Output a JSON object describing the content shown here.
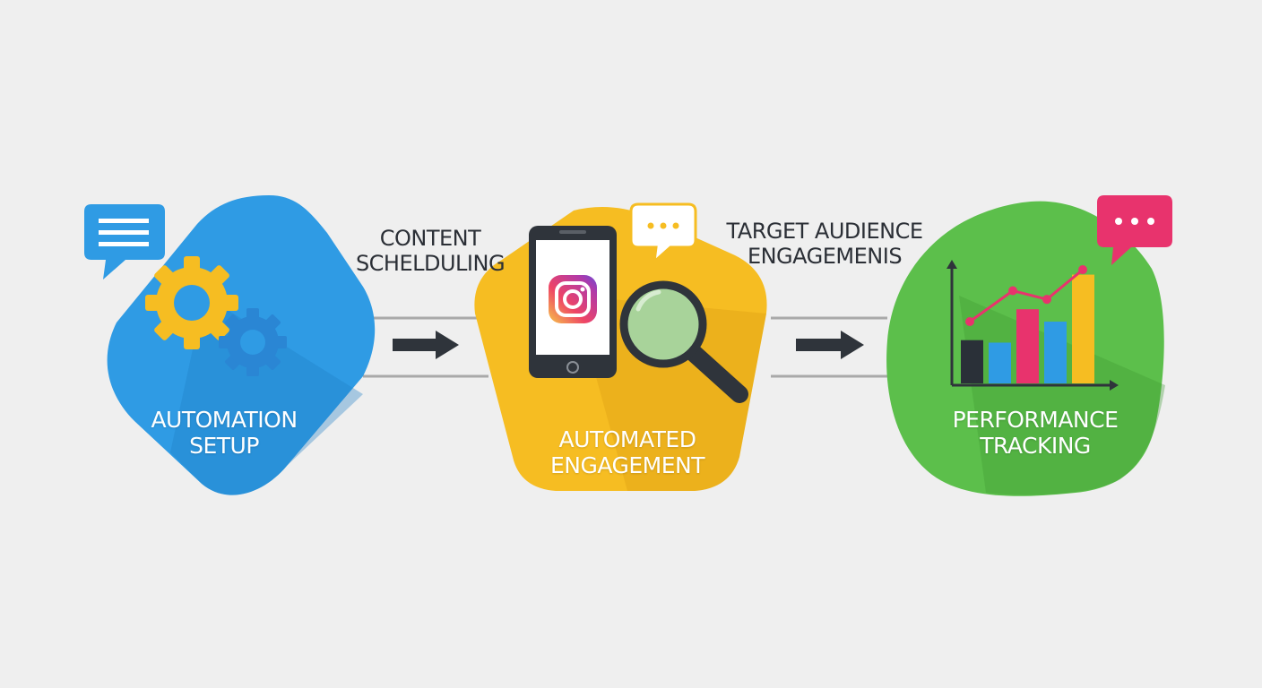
{
  "stages": [
    {
      "id": "automation-setup",
      "lines": [
        "AUTOMATION",
        "SETUP"
      ],
      "color": "#2f9be4"
    },
    {
      "id": "automated-engagement",
      "lines": [
        "AUTOMATED",
        "ENGAGEMENT"
      ],
      "color": "#f6bd22"
    },
    {
      "id": "performance-tracking",
      "lines": [
        "PERFORMANCE",
        "TRACKING"
      ],
      "color": "#5cbf4b"
    }
  ],
  "connectors": [
    {
      "id": "content-scheduling",
      "lines": [
        "CONTENT",
        "SCHELDULING"
      ]
    },
    {
      "id": "target-audience",
      "lines": [
        "TARGET AUDIENCE",
        "ENGAGEMENIS"
      ]
    }
  ],
  "icons": [
    "chat-bubble-icon",
    "gear-icon",
    "smartphone-icon",
    "instagram-icon",
    "magnifier-icon",
    "chat-dots-icon",
    "bar-chart-icon",
    "arrow-right-icon"
  ],
  "chart_data": {
    "type": "bar",
    "values": [
      0.35,
      0.33,
      0.6,
      0.5,
      0.88
    ],
    "trend_line": [
      0.5,
      0.75,
      0.68,
      0.92
    ],
    "colors": [
      "#2a3038",
      "#2f9be4",
      "#e8336d",
      "#2f9be4",
      "#f6bd22"
    ]
  }
}
